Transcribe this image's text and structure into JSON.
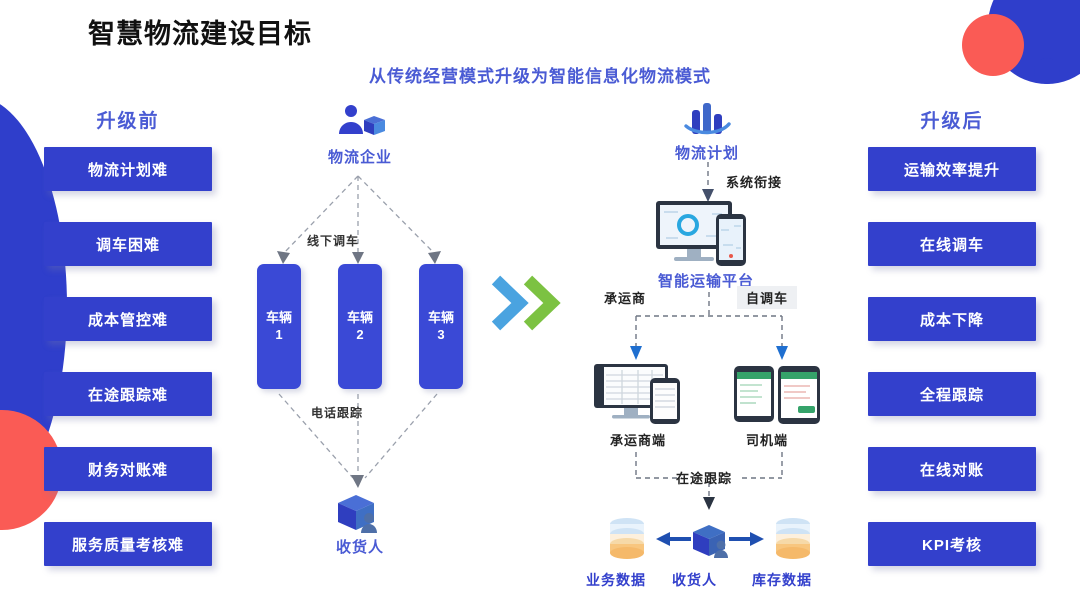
{
  "header": {
    "title": "智慧物流建设目标",
    "subtitle": "从传统经营模式升级为智能信息化物流模式"
  },
  "left_column": {
    "heading": "升级前",
    "items": [
      "物流计划难",
      "调车困难",
      "成本管控难",
      "在途跟踪难",
      "财务对账难",
      "服务质量考核难"
    ]
  },
  "right_column": {
    "heading": "升级后",
    "items": [
      "运输效率提升",
      "在线调车",
      "成本下降",
      "全程跟踪",
      "在线对账",
      "KPI考核"
    ]
  },
  "before_diagram": {
    "top_node": "物流企业",
    "flow_label_top": "线下调车",
    "vehicles": [
      {
        "name": "车辆",
        "number": "1"
      },
      {
        "name": "车辆",
        "number": "2"
      },
      {
        "name": "车辆",
        "number": "3"
      }
    ],
    "flow_label_bottom": "电话跟踪",
    "bottom_node": "收货人"
  },
  "after_diagram": {
    "top_node": "物流计划",
    "link_label": "系统衔接",
    "platform": "智能运输平台",
    "branch_left": "承运商",
    "branch_right": "自调车",
    "terminal_left": "承运商端",
    "terminal_right": "司机端",
    "tracking_label": "在途跟踪",
    "data_left": "业务数据",
    "data_center": "收货人",
    "data_right": "库存数据"
  },
  "colors": {
    "brand_blue": "#3340cc",
    "accent_blue": "#4a5bd4",
    "deco_red": "#fa5b55",
    "chevron_blue": "#4aa3e0",
    "chevron_green": "#7cc242",
    "vehicle_blue": "#3a49d6"
  }
}
